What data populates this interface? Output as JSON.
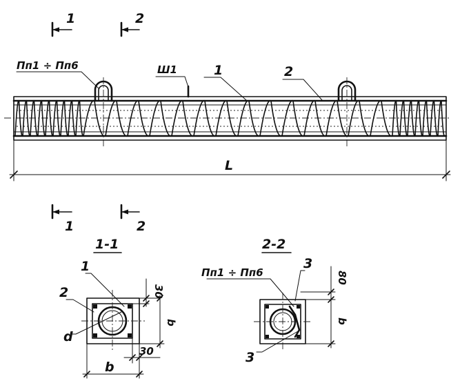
{
  "labels": {
    "section_1_top": "1",
    "section_2_top": "2",
    "section_1_bottom": "1",
    "section_2_bottom": "2",
    "loops_top": "Пп1 ÷ Пп6",
    "weld": "Ш1",
    "pos_1": "1",
    "pos_2": "2",
    "length": "L",
    "view_1_title": "1-1",
    "view_2_title": "2-2",
    "v1_pos_1": "1",
    "v1_pos_2": "2",
    "v1_dia": "d",
    "v1_dim_30_top": "30",
    "v1_dim_b_side": "b",
    "v1_dim_b_bottom": "b",
    "v1_dim_30_bottom": "30",
    "v2_loops": "Пп1 ÷ Пп6",
    "v2_pos_3_top": "3",
    "v2_pos_3_bottom": "3",
    "v2_dim_80": "80",
    "v2_dim_b": "b"
  }
}
